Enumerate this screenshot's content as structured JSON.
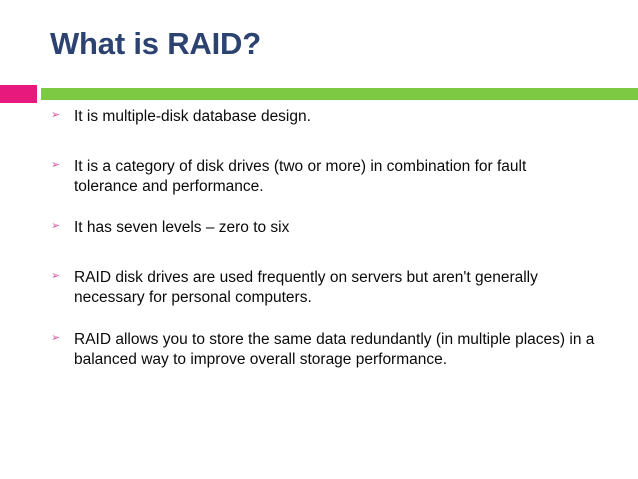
{
  "slide": {
    "title": "What is RAID?",
    "accent_pink_color": "#E8197D",
    "accent_green_color": "#7DC943",
    "title_color": "#2C4270",
    "background_color": "#FFFFFF",
    "bullet_marker_glyph": "➢",
    "bullet_marker_color": "#D9539E",
    "bullets": [
      {
        "text": "It is multiple-disk database design."
      },
      {
        "text": "It is a category of disk drives (two or more) in combination for fault        tolerance and performance."
      },
      {
        "text": "It has seven levels – zero to six"
      },
      {
        "text": "RAID disk drives are used frequently on servers but aren't generally necessary for personal computers."
      },
      {
        "text": "RAID allows you to store the same data redundantly (in multiple places) in a balanced way to improve overall storage performance."
      }
    ]
  }
}
